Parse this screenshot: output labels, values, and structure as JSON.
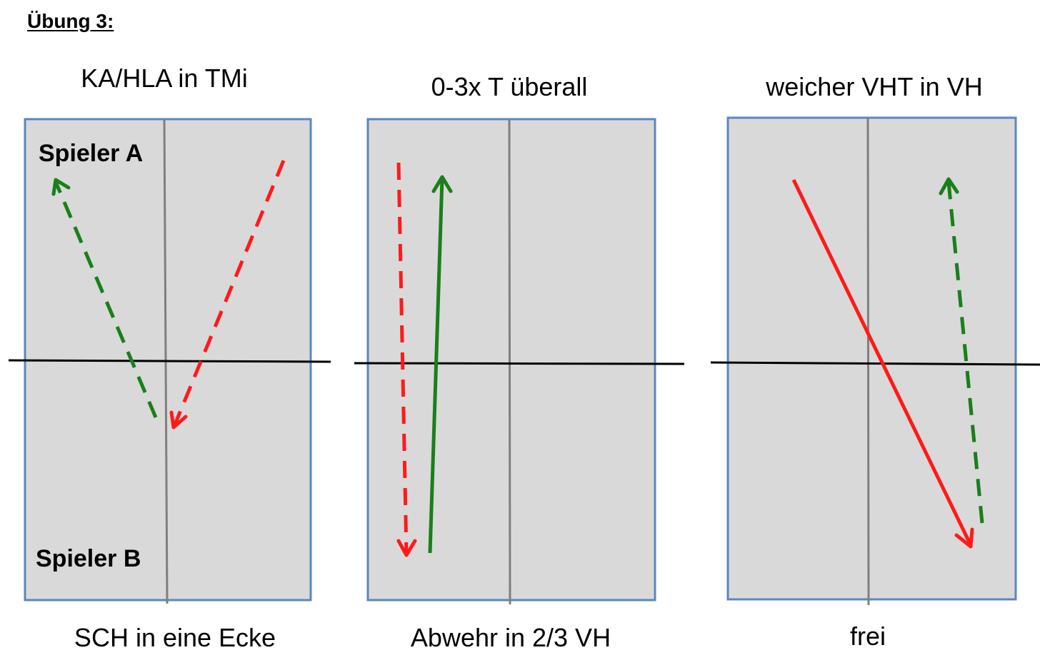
{
  "heading": "Übung 3:",
  "diagrams": [
    {
      "title": "KA/HLA in TMi",
      "caption": "SCH in eine Ecke",
      "player_top": "Spieler A",
      "player_bottom": "Spieler B"
    },
    {
      "title": "0-3x T überall",
      "caption": "Abwehr in 2/3 VH"
    },
    {
      "title": "weicher VHT in VH",
      "caption": "frei"
    }
  ],
  "colors": {
    "court_fill": "#d9d9d9",
    "court_border": "#5b87bd",
    "center_line": "#7f7f7f",
    "net": "#000000",
    "green": "#1a7f1a",
    "red": "#ff1a1a"
  }
}
